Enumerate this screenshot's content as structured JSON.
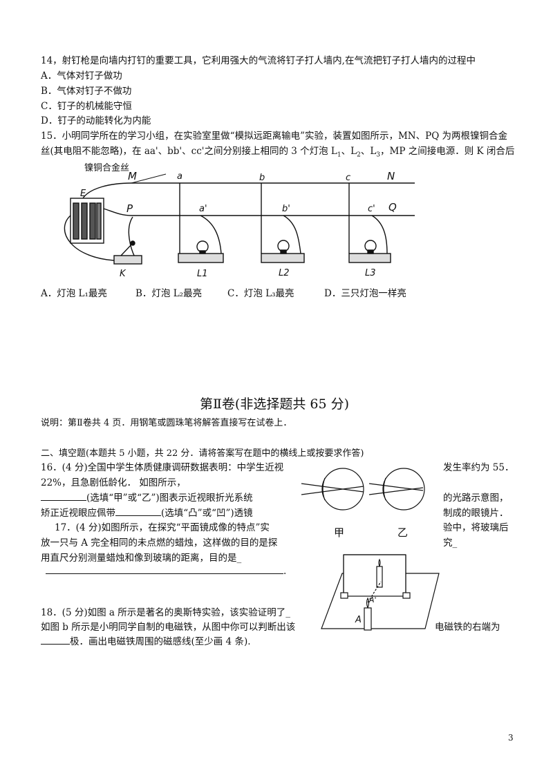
{
  "q14": {
    "stem": "14，射钉枪是向墙内打钉的重要工具，它利用强大的气流将钉子打人墙内,在气流把钉子打人墙内的过程中",
    "options": [
      "A．气体对钉子做功",
      "B．气体对钉子不做功",
      "C．钉子的机械能守恒",
      "D．钉子的动能转化为内能"
    ]
  },
  "q15": {
    "line1": "15．小明同学所在的学习小组，在实验室里做“模拟远距离输电”实验，装置如图所示，MN、PQ 为两根镍铜合金",
    "line2": "丝(其电阻不能忽略)，在 aa'、bb'、cc'之间分别接上相同的 3 个灯泡 L",
    "line2_tail": "，MP 之间接电源．则 K 闭合后",
    "figure": {
      "wire_label": "镍铜合金丝",
      "labels": [
        "M",
        "a",
        "b",
        "c",
        "N",
        "E",
        "P",
        "a'",
        "b'",
        "c'",
        "Q",
        "K",
        "L1",
        "L2",
        "L3"
      ]
    },
    "options": [
      "A．灯泡 L₁最亮",
      "B．灯泡 L₂最亮",
      "C．灯泡 L₃最亮",
      "D．三只灯泡一样亮"
    ]
  },
  "section2": {
    "title": "第Ⅱ卷(非选择题共 65 分)",
    "note": "说明：第Ⅱ卷共 4 页．用钢笔或圆珠笔将解答直接写在试卷上．",
    "heading": "二、填空题(本题共 5 小题，共 22 分．请将答案写在题中的横线上或按要求作答)"
  },
  "q16": {
    "l1": "16．(4 分)全国中学生体质健康调研数据表明：中学生近视",
    "l1_right": "发生率约为 55．",
    "l2": "22%，且急剧低龄化．  如图所示，",
    "l3": "(选填“甲”或“乙”)图表示近视眼折光系统",
    "l3_right": "的光路示意图，",
    "l4a": "矫正近视眼应佩带",
    "l4b": "(选填“凸”或“凹”)透镜",
    "l4_right": "制成的眼镜片．",
    "fig_labels": [
      "甲",
      "乙"
    ]
  },
  "q17": {
    "l1": "17．(4 分)如图所示，在探究“平面镜成像的特点”实",
    "l1_right": "验中，将玻璃后",
    "l2": "放一只与 A 完全相同的未点燃的蜡烛，这样做的目的是探",
    "l2_right": "究_",
    "l3": "用直尺分别测量蜡烛和像到玻璃的距离，目的是_",
    "l4_end": ".",
    "fig_labels": [
      "A",
      "A'"
    ]
  },
  "q18": {
    "l1": "18．(5 分)如图 a 所示是著名的奥斯特实验，该实验证明了_",
    "l2": "如图 b 所示是小明同学自制的电磁铁，从图中你可以判断出该",
    "l2_right": "电磁铁的右端为",
    "l3": "极．画出电磁铁周围的磁感线(至少画 4 条)."
  },
  "page_number": "3"
}
